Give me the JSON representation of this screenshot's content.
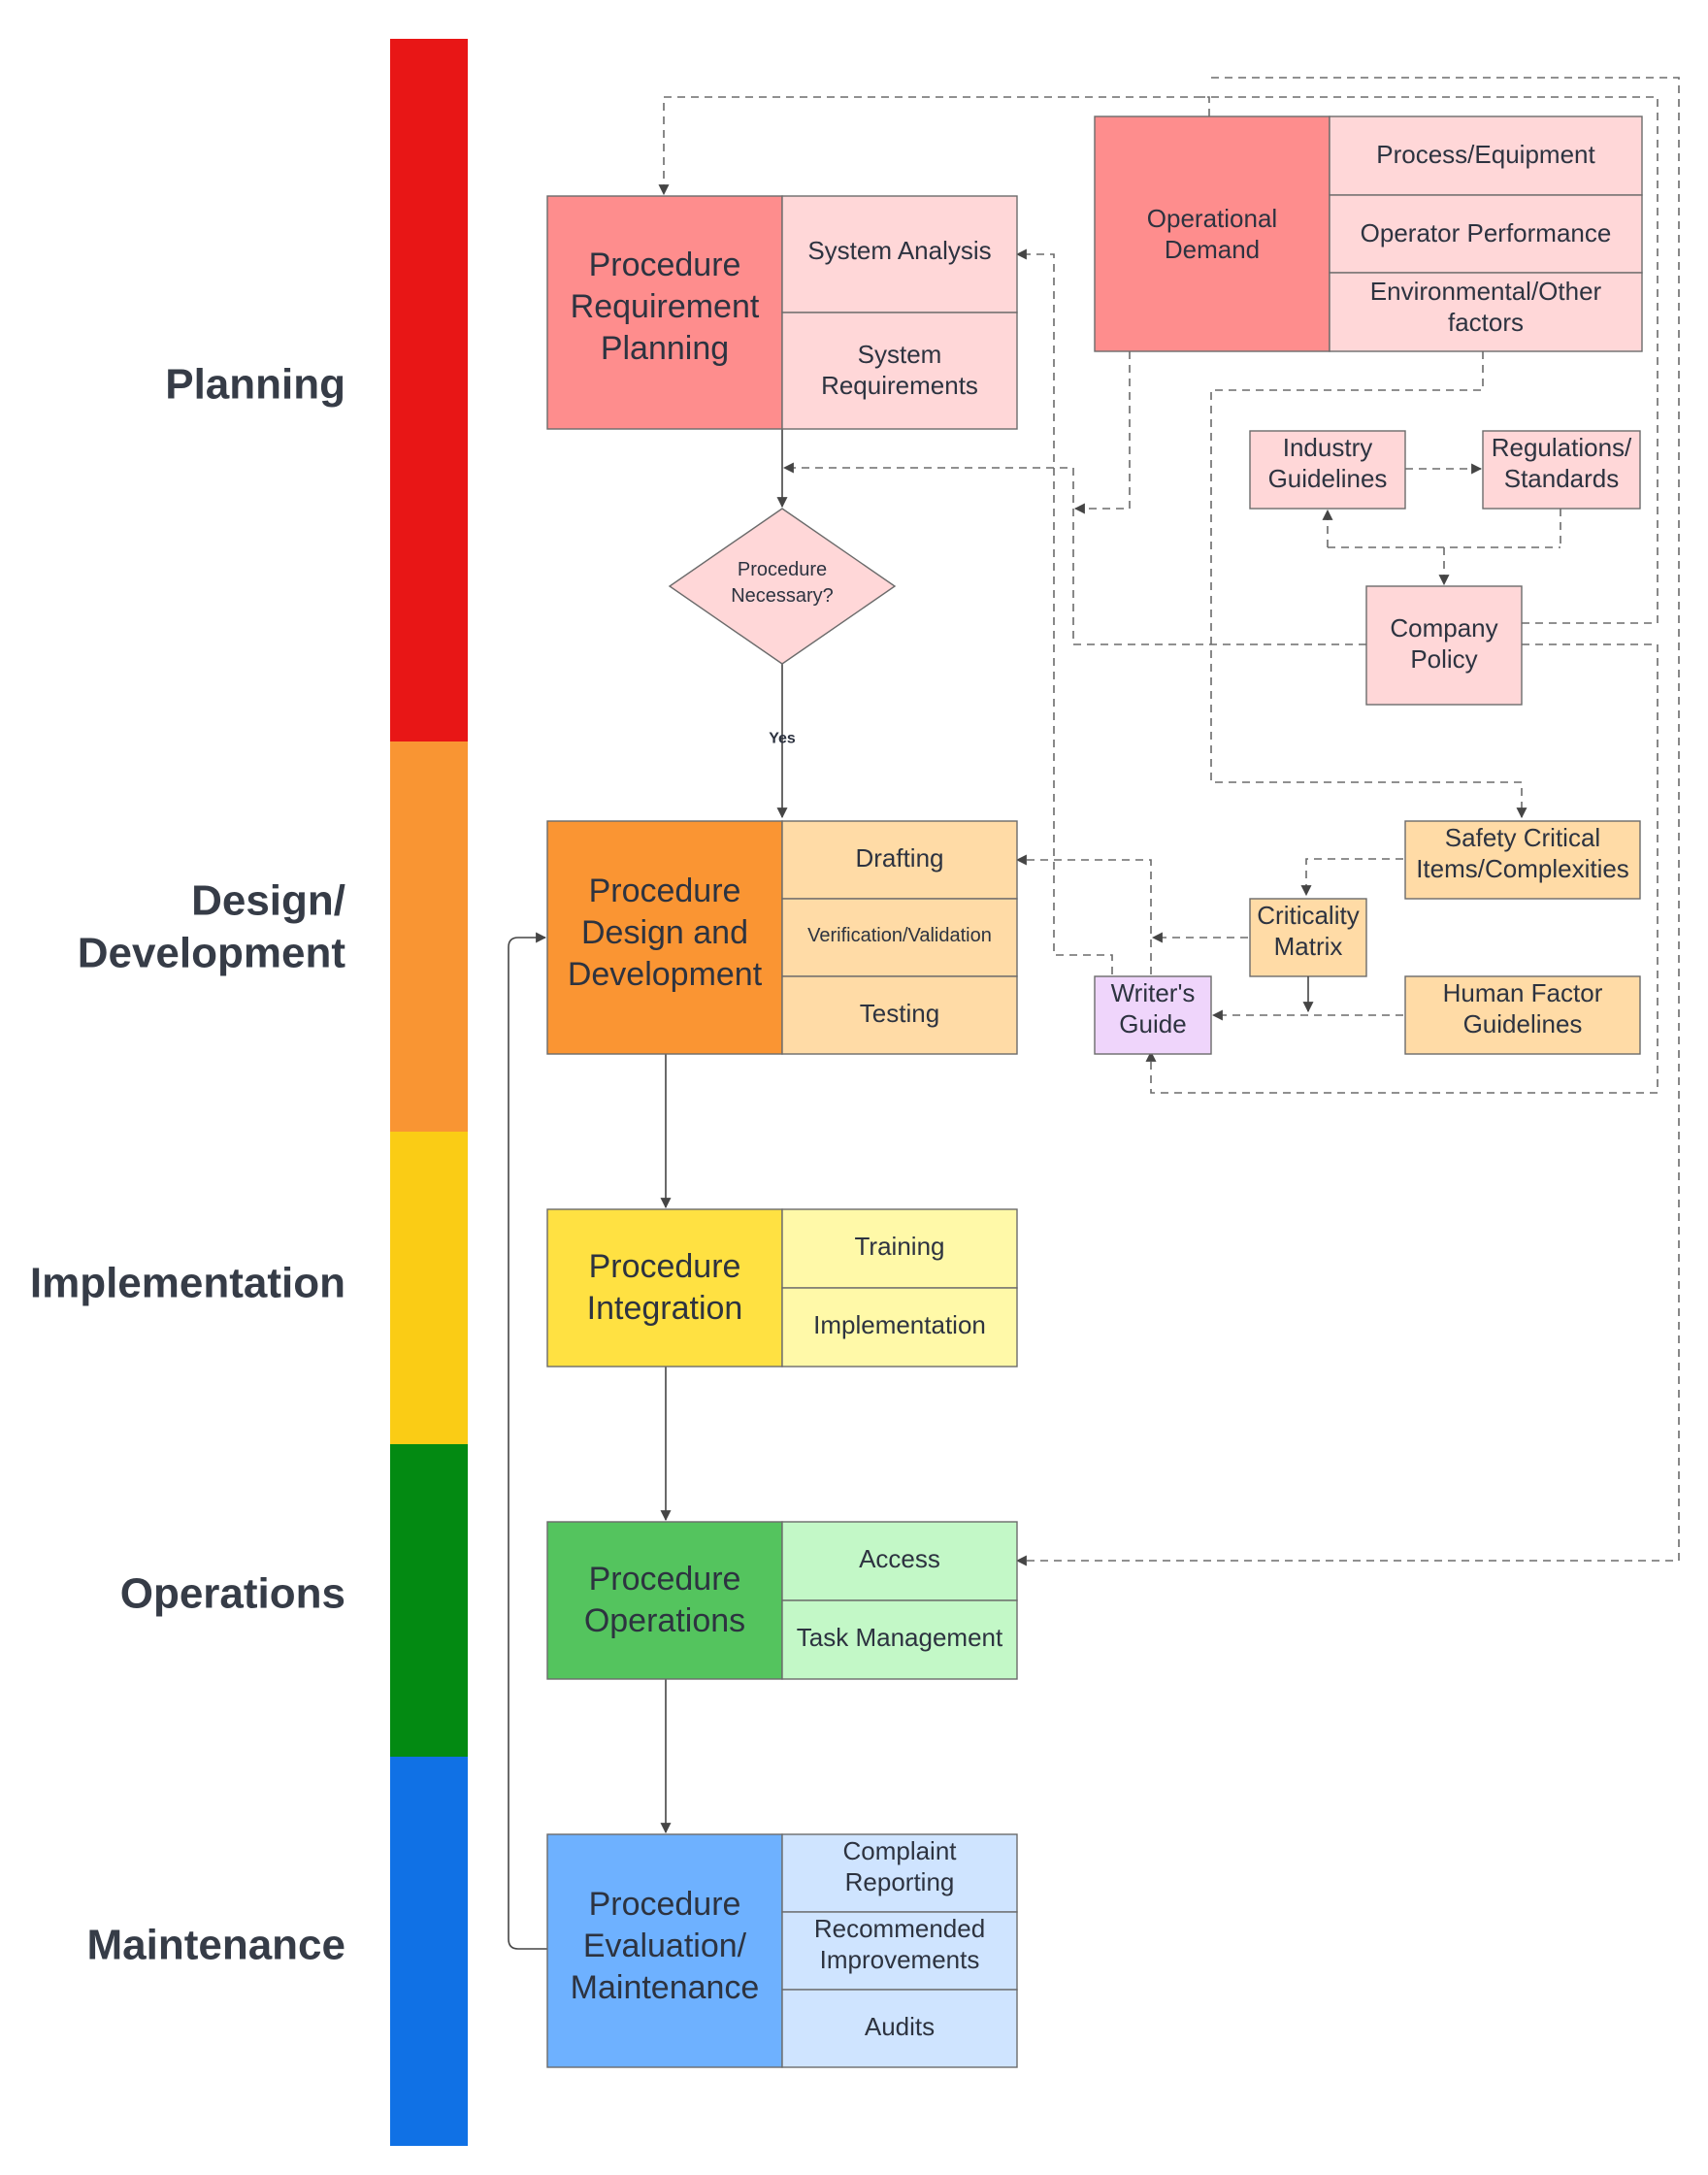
{
  "phases": [
    {
      "label": "Planning",
      "color": "#e81616"
    },
    {
      "label": "Design/",
      "label2": "Development",
      "color": "#f99533"
    },
    {
      "label": "Implementation",
      "color": "#facc15"
    },
    {
      "label": "Operations",
      "color": "#038a12"
    },
    {
      "label": "Maintenance",
      "color": "#1071e5"
    }
  ],
  "stages": {
    "planning": {
      "title": [
        "Procedure",
        "Requirement",
        "Planning"
      ],
      "items": [
        [
          "System Analysis"
        ],
        [
          "System",
          "Requirements"
        ]
      ]
    },
    "design": {
      "title": [
        "Procedure",
        "Design and",
        "Development"
      ],
      "items": [
        [
          "Drafting"
        ],
        [
          "Verification/Validation"
        ],
        [
          "Testing"
        ]
      ]
    },
    "integration": {
      "title": [
        "Procedure",
        "Integration"
      ],
      "items": [
        [
          "Training"
        ],
        [
          "Implementation"
        ]
      ]
    },
    "operations": {
      "title": [
        "Procedure",
        "Operations"
      ],
      "items": [
        [
          "Access"
        ],
        [
          "Task Management"
        ]
      ]
    },
    "maintenance": {
      "title": [
        "Procedure",
        "Evaluation/",
        "Maintenance"
      ],
      "items": [
        [
          "Complaint",
          "Reporting"
        ],
        [
          "Recommended",
          "Improvements"
        ],
        [
          "Audits"
        ]
      ]
    }
  },
  "operational_demand": {
    "title": [
      "Operational",
      "Demand"
    ],
    "items": [
      [
        "Process/Equipment"
      ],
      [
        "Operator Performance"
      ],
      [
        "Environmental/Other",
        "factors"
      ]
    ]
  },
  "decision": {
    "text": [
      "Procedure",
      "Necessary?"
    ],
    "yes_label": "Yes"
  },
  "industry_guidelines": [
    "Industry",
    "Guidelines"
  ],
  "regulations": [
    "Regulations/",
    "Standards"
  ],
  "company_policy": [
    "Company",
    "Policy"
  ],
  "safety_critical": [
    "Safety Critical",
    "Items/Complexities"
  ],
  "criticality_matrix": [
    "Criticality",
    "Matrix"
  ],
  "writers_guide": [
    "Writer's",
    "Guide"
  ],
  "human_factor": [
    "Human Factor",
    "Guidelines"
  ],
  "colors": {
    "red_title": "#fe8d8d",
    "red_item": "#ffd7d8",
    "orange_title": "#fa9533",
    "orange_item": "#ffdba6",
    "yellow_title": "#ffe142",
    "yellow_item": "#fff9a8",
    "green_title": "#54c45e",
    "green_item": "#c3f8c7",
    "blue_title": "#6eb1ff",
    "blue_item": "#cfe4ff",
    "purple_item": "#efd5fb"
  }
}
